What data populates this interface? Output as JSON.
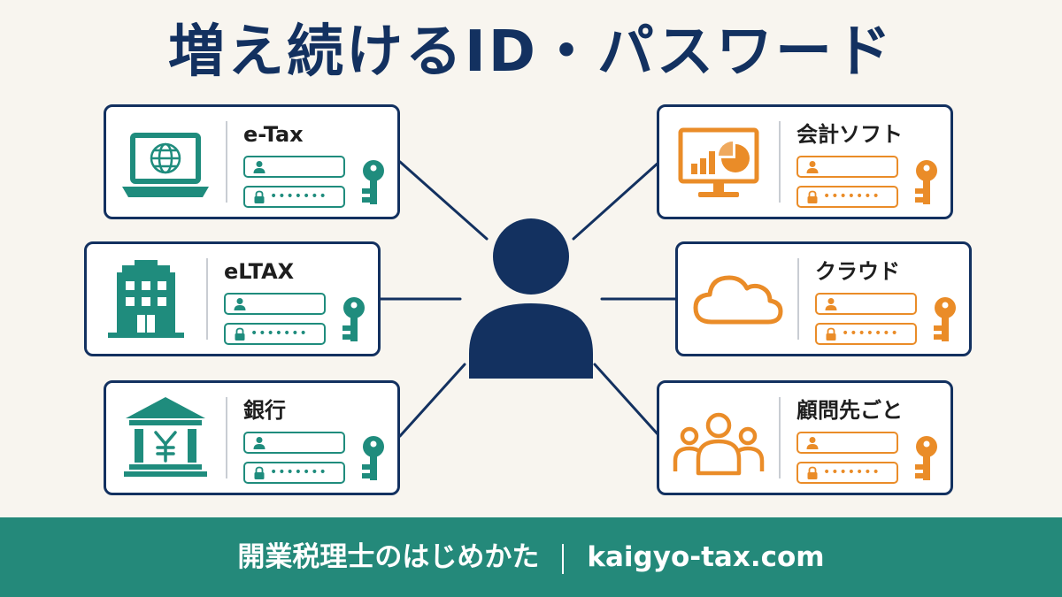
{
  "title": "増え続けるID・パスワード",
  "colors": {
    "navy": "#133160",
    "teal": "#1f8c7d",
    "orange": "#ea8c28",
    "footer_bg": "#24897a",
    "background": "#f8f5ef"
  },
  "center_icon": "person-icon",
  "services": [
    {
      "label": "e-Tax",
      "icon": "laptop-globe-icon",
      "accent": "teal",
      "password_mask": "•••••••"
    },
    {
      "label": "eLTAX",
      "icon": "building-icon",
      "accent": "teal",
      "password_mask": "•••••••"
    },
    {
      "label": "銀行",
      "icon": "bank-yen-icon",
      "accent": "teal",
      "password_mask": "•••••••"
    },
    {
      "label": "会計ソフト",
      "icon": "monitor-chart-icon",
      "accent": "orange",
      "password_mask": "•••••••"
    },
    {
      "label": "クラウド",
      "icon": "cloud-icon",
      "accent": "orange",
      "password_mask": "•••••••"
    },
    {
      "label": "顧問先ごと",
      "icon": "people-group-icon",
      "accent": "orange",
      "password_mask": "•••••••"
    }
  ],
  "field_icons": {
    "user": "user-icon",
    "password": "lock-icon",
    "key": "key-icon"
  },
  "footer": {
    "site_name": "開業税理士のはじめかた",
    "url": "kaigyo-tax.com"
  }
}
